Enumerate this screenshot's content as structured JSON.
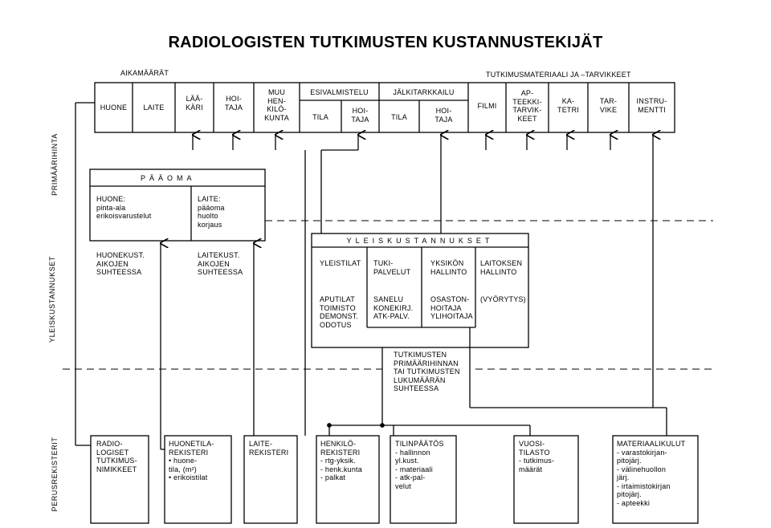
{
  "page": {
    "title": "RADIOLOGISTEN TUTKIMUSTEN KUSTANNUSTEKIJÄT",
    "header_left": "AIKAMÄÄRÄT",
    "header_right": "TUTKIMUSMATERIAALI JA –TARVIKKEET"
  },
  "top_row": {
    "cells": [
      "HUONE",
      "LAITE",
      "LÄÄ-\nKÄRI",
      "HOI-\nTAJA",
      "MUU\nHEN-\nKILÖ-\nKUNTA"
    ],
    "esivalmistelu": {
      "header": "ESIVALMISTELU",
      "tila": "TILA",
      "hoitaja": "HOI-\nTAJA"
    },
    "jalkitarkkailu": {
      "header": "JÄLKITARKKAILU",
      "tila": "TILA",
      "hoitaja": "HOI-\nTAJA"
    },
    "materials": [
      "FILMI",
      "AP-\nTEEKKI-\nTARVIK-\nKEET",
      "KA-\nTETRI",
      "TAR-\nVIKE",
      "INSTRU-\nMENTTI"
    ]
  },
  "side_labels": {
    "primary": "PRIMÄÄRIHINTA",
    "general": "YLEISKUSTANNUKSET",
    "registers": "PERUSREKISTERIT"
  },
  "paaoma": {
    "title": "PÄÄOMA",
    "left": "HUONE:\npinta-ala\nerikoisvarustelut",
    "right": "LAITE:\npääoma\nhuolto\nkorjaus",
    "left_below": "HUONEKUST.\nAIKOJEN\nSUHTEESSA",
    "right_below": "LAITEKUST.\nAIKOJEN\nSUHTEESSA"
  },
  "yleis": {
    "title": "YLEISKUSTANNUKSET",
    "row1": [
      "YLEISTILAT",
      "TUKI-\nPALVELUT",
      "YKSIKÖN\nHALLINTO",
      "LAITOKSEN\nHALLINTO"
    ],
    "row2": [
      "APUTILAT\nTOIMISTO\nDEMONST.\nODOTUS",
      "SANELU\nKONEKIRJ.\nATK-PALV.",
      "OSASTON-\nHOITAJA\nYLIHOITAJA",
      "(VYÖRYTYS)"
    ]
  },
  "tutkimusten": "TUTKIMUSTEN\nPRIMÄÄRIHINNAN\nTAI TUTKIMUSTEN\nLUKUMÄÄRÄN\nSUHTEESSA",
  "registers": [
    "RADIO-\nLOGISET\nTUTKIMUS-\nNIMIKKEET",
    "HUONETILA-\nREKISTERI\n• huone-\ntila, (m²)\n• erikoistilat",
    "LAITE-\nREKISTERI",
    "HENKILÖ-\nREKISTERI\n- rtg-yksik.\n- henk.kunta\n- palkat",
    "TILINPÄÄTÖS\n- hallinnon\nyl.kust.\n- materiaali\n- atk-pal-\nvelut",
    "VUOSI-\nTILASTO\n- tutkimus-\nmäärät",
    "MATERIAALIKULUT\n- varastokirjan-\npitojärj.\n- välinehuollon\njärj.\n- irtaimistokirjan\npitojärj.\n- apteekki"
  ]
}
